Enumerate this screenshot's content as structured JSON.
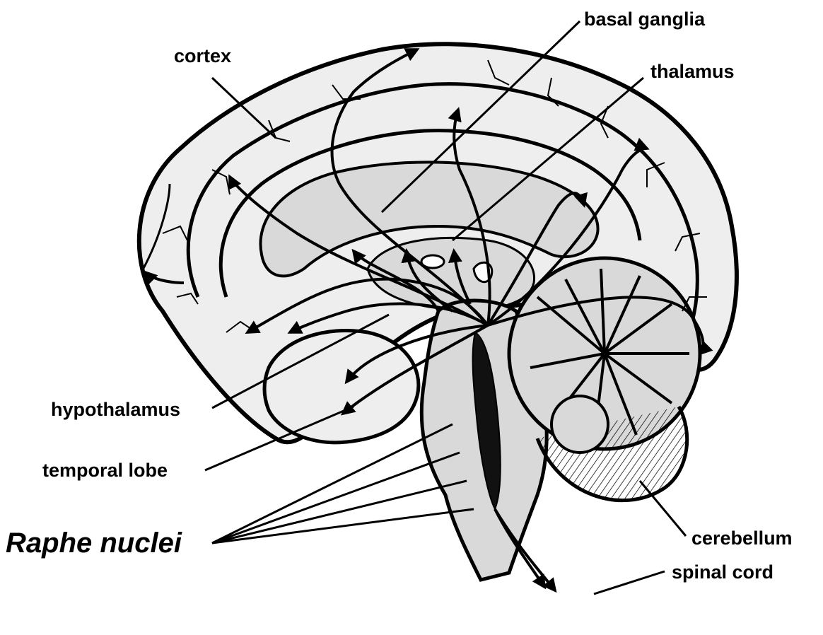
{
  "labels": {
    "cortex": "cortex",
    "basal_ganglia": "basal ganglia",
    "thalamus": "thalamus",
    "hypothalamus": "hypothalamus",
    "temporal_lobe": "temporal lobe",
    "raphe_nuclei": "Raphe nuclei",
    "cerebellum": "cerebellum",
    "spinal_cord": "spinal cord"
  },
  "colors": {
    "ink": "#000000",
    "tissue_fill": "#d9d9d9",
    "background": "#ffffff"
  }
}
